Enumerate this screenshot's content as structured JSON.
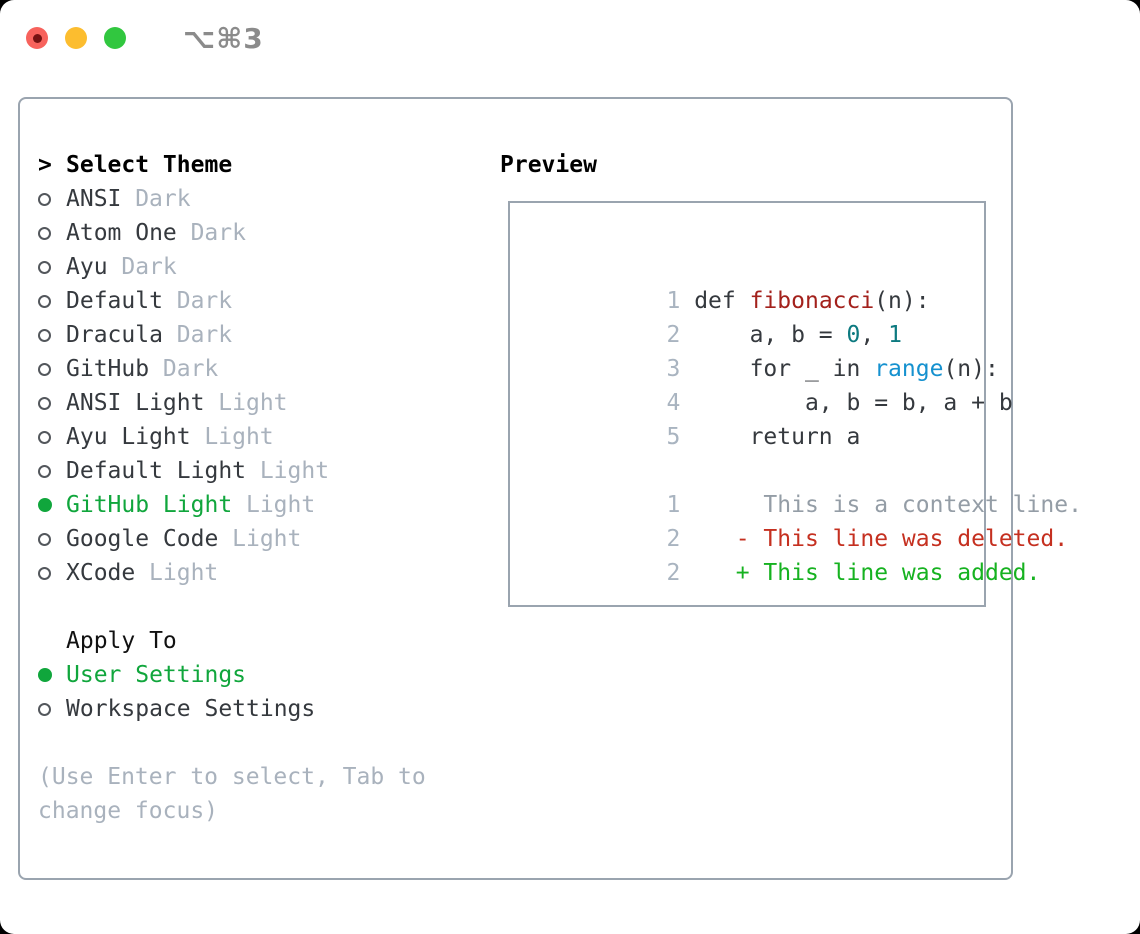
{
  "titlebar": {
    "shortcut_label": "⌥⌘3"
  },
  "colors": {
    "accent_green": "#10a63c",
    "muted_gray": "#a9b2bd",
    "text_dark": "#35393e",
    "border_gray": "#9aa4af",
    "traffic_red": "#f7625c",
    "traffic_yellow": "#fcbd2f",
    "traffic_green": "#31c73f",
    "code_func_red": "#a3211c",
    "code_number_teal": "#0d7a80",
    "code_builtin_blue": "#1591cf",
    "diff_deleted_red": "#c53020",
    "diff_added_green": "#16b220"
  },
  "theme_picker": {
    "header_marker": ">",
    "header": "Select Theme",
    "themes": [
      {
        "name": "ANSI",
        "variant": "Dark",
        "selected": false
      },
      {
        "name": "Atom One",
        "variant": "Dark",
        "selected": false
      },
      {
        "name": "Ayu",
        "variant": "Dark",
        "selected": false
      },
      {
        "name": "Default",
        "variant": "Dark",
        "selected": false
      },
      {
        "name": "Dracula",
        "variant": "Dark",
        "selected": false
      },
      {
        "name": "GitHub",
        "variant": "Dark",
        "selected": false
      },
      {
        "name": "ANSI Light",
        "variant": "Light",
        "selected": false
      },
      {
        "name": "Ayu Light",
        "variant": "Light",
        "selected": false
      },
      {
        "name": "Default Light",
        "variant": "Light",
        "selected": false
      },
      {
        "name": "GitHub Light",
        "variant": "Light",
        "selected": true
      },
      {
        "name": "Google Code",
        "variant": "Light",
        "selected": false
      },
      {
        "name": "XCode",
        "variant": "Light",
        "selected": false
      }
    ]
  },
  "apply_to": {
    "header": "Apply To",
    "options": [
      {
        "label": "User Settings",
        "selected": true
      },
      {
        "label": "Workspace Settings",
        "selected": false
      }
    ]
  },
  "help": {
    "line1": "(Use Enter to select, Tab to",
    "line2": "change focus)"
  },
  "preview": {
    "header": "Preview",
    "lines": [
      [
        {
          "t": "1 ",
          "c": "linenum"
        },
        {
          "t": "def ",
          "c": "plain"
        },
        {
          "t": "fibonacci",
          "c": "func"
        },
        {
          "t": "(n):",
          "c": "plain"
        }
      ],
      [
        {
          "t": "2 ",
          "c": "linenum"
        },
        {
          "t": "    a, b = ",
          "c": "plain"
        },
        {
          "t": "0",
          "c": "number"
        },
        {
          "t": ", ",
          "c": "plain"
        },
        {
          "t": "1",
          "c": "number"
        }
      ],
      [
        {
          "t": "3 ",
          "c": "linenum"
        },
        {
          "t": "    for _ in ",
          "c": "plain"
        },
        {
          "t": "range",
          "c": "builtin"
        },
        {
          "t": "(n):",
          "c": "plain"
        }
      ],
      [
        {
          "t": "4 ",
          "c": "linenum"
        },
        {
          "t": "        a, b = b, a + b",
          "c": "plain"
        }
      ],
      [
        {
          "t": "5 ",
          "c": "linenum"
        },
        {
          "t": "    return a",
          "c": "plain"
        }
      ],
      [],
      [
        {
          "t": "1",
          "c": "linenum"
        },
        {
          "t": "      This is a context line.",
          "c": "context"
        }
      ],
      [
        {
          "t": "2",
          "c": "linenum"
        },
        {
          "t": "    ",
          "c": "plain"
        },
        {
          "t": "- This line was deleted.",
          "c": "deleted"
        }
      ],
      [
        {
          "t": "2",
          "c": "linenum"
        },
        {
          "t": "    ",
          "c": "plain"
        },
        {
          "t": "+ This line was added.",
          "c": "added"
        }
      ]
    ]
  }
}
